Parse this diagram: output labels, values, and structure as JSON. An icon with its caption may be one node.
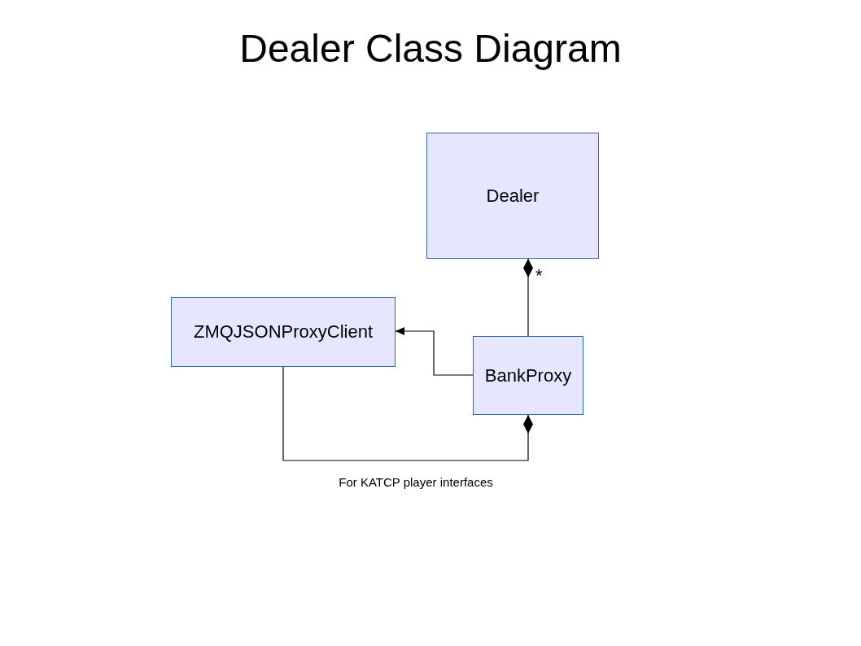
{
  "diagram": {
    "title": "Dealer Class Diagram",
    "nodes": [
      {
        "text": [
          "Dealer"
        ]
      },
      {
        "text": [
          "ZMQJSONProxyClient"
        ]
      },
      {
        "text": [
          "BankProxy"
        ]
      }
    ],
    "edges": [
      {
        "from": 2,
        "to": 0,
        "arrow": "other",
        "label": "*"
      },
      {
        "from": 2,
        "to": 1,
        "arrow": "to"
      },
      {
        "from": 1,
        "to": 2,
        "arrow": "other"
      }
    ],
    "labels": [
      "For KATCP player interfaces"
    ]
  }
}
